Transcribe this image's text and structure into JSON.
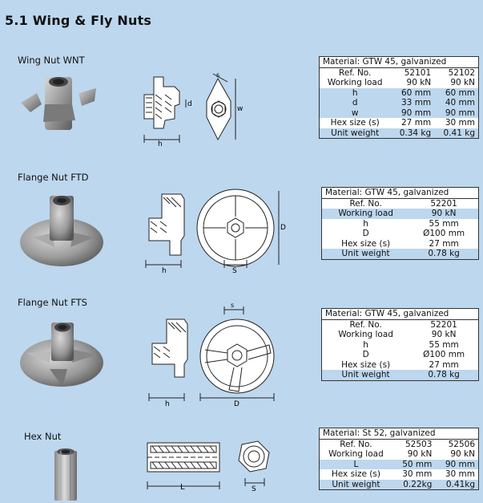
{
  "title": "5.1 Wing & Fly Nuts",
  "products": [
    {
      "name": "Wing Nut WNT",
      "material": "Material: GTW 45, galvanized",
      "rows": [
        {
          "k": "Ref. No.",
          "v": [
            "52101",
            "52102"
          ]
        },
        {
          "k": "Working load",
          "v": [
            "90 kN",
            "90 kN"
          ]
        },
        {
          "k": "h",
          "v": [
            "60 mm",
            "60 mm"
          ]
        },
        {
          "k": "d",
          "v": [
            "33 mm",
            "40 mm"
          ]
        },
        {
          "k": "w",
          "v": [
            "90 mm",
            "90 mm"
          ]
        },
        {
          "k": "Hex size (s)",
          "v": [
            "27 mm",
            "30 mm"
          ]
        },
        {
          "k": "Unit weight",
          "v": [
            "0.34 kg",
            "0.41 kg"
          ]
        }
      ],
      "dims": {
        "h": "h",
        "d": "d",
        "w": "w",
        "s": "s"
      }
    },
    {
      "name": "Flange Nut FTD",
      "material": "Material: GTW 45, galvanized",
      "rows": [
        {
          "k": "Ref. No.",
          "v": [
            "52201"
          ]
        },
        {
          "k": "Working load",
          "v": [
            "90 kN"
          ]
        },
        {
          "k": "h",
          "v": [
            "55 mm"
          ]
        },
        {
          "k": "D",
          "v": [
            "Ø100 mm"
          ]
        },
        {
          "k": "Hex size (s)",
          "v": [
            "27 mm"
          ]
        },
        {
          "k": "Unit weight",
          "v": [
            "0.78 kg"
          ]
        }
      ],
      "dims": {
        "h": "h",
        "D": "D",
        "s": "S"
      }
    },
    {
      "name": "Flange Nut FTS",
      "material": "Material: GTW 45, galvanized",
      "rows": [
        {
          "k": "Ref. No.",
          "v": [
            "52201"
          ]
        },
        {
          "k": "Working load",
          "v": [
            "90 kN"
          ]
        },
        {
          "k": "h",
          "v": [
            "55 mm"
          ]
        },
        {
          "k": "D",
          "v": [
            "Ø100 mm"
          ]
        },
        {
          "k": "Hex size (s)",
          "v": [
            "27 mm"
          ]
        },
        {
          "k": "Unit weight",
          "v": [
            "0.78 kg"
          ]
        }
      ],
      "dims": {
        "h": "h",
        "D": "D",
        "s": "s"
      }
    },
    {
      "name": "Hex Nut",
      "material": "Material: St 52, galvanized",
      "rows": [
        {
          "k": "Ref. No.",
          "v": [
            "52503",
            "52506"
          ]
        },
        {
          "k": "Working load",
          "v": [
            "90 kN",
            "90 kN"
          ]
        },
        {
          "k": "L",
          "v": [
            "50 mm",
            "90 mm"
          ]
        },
        {
          "k": "Hex size (s)",
          "v": [
            "30 mm",
            "30 mm"
          ]
        },
        {
          "k": "Unit weight",
          "v": [
            "0.22kg",
            "0.41kg"
          ]
        }
      ],
      "dims": {
        "L": "L",
        "s": "S"
      }
    }
  ]
}
